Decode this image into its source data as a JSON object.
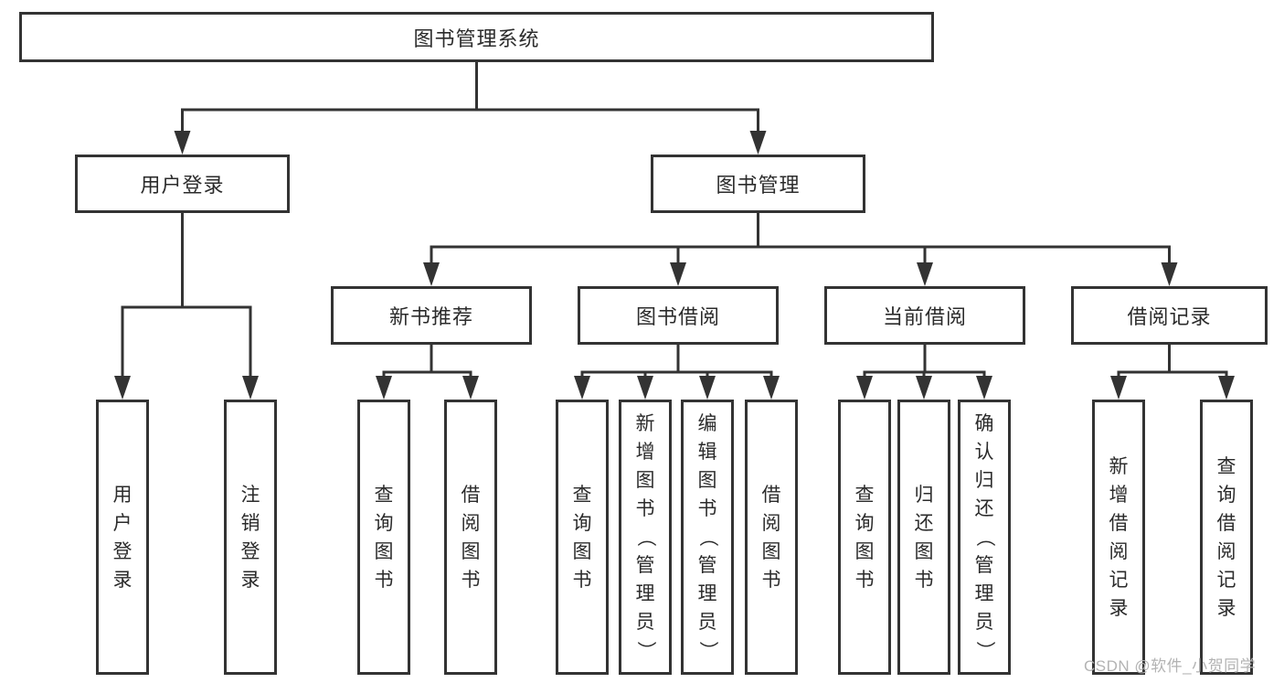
{
  "diagram": {
    "type": "tree",
    "nodes": {
      "root": {
        "label": "图书管理系统"
      },
      "user_login": {
        "label": "用户登录"
      },
      "book_mgmt": {
        "label": "图书管理"
      },
      "new_book_rec": {
        "label": "新书推荐"
      },
      "book_borrow": {
        "label": "图书借阅"
      },
      "current_borrow": {
        "label": "当前借阅"
      },
      "borrow_history": {
        "label": "借阅记录"
      },
      "login_leaf": {
        "label": "用户登录"
      },
      "logout_leaf": {
        "label": "注销登录"
      },
      "nb_query": {
        "label": "查询图书"
      },
      "nb_borrow": {
        "label": "借阅图书"
      },
      "bb_query": {
        "label": "查询图书"
      },
      "bb_add": {
        "label": "新增图书（管理员）"
      },
      "bb_edit": {
        "label": "编辑图书（管理员）"
      },
      "bb_borrow": {
        "label": "借阅图书"
      },
      "cb_query": {
        "label": "查询图书"
      },
      "cb_return": {
        "label": "归还图书"
      },
      "cb_confirm": {
        "label": "确认归还（管理员）"
      },
      "bh_add": {
        "label": "新增借阅记录"
      },
      "bh_query": {
        "label": "查询借阅记录"
      }
    },
    "edges": [
      [
        "root",
        "user_login"
      ],
      [
        "root",
        "book_mgmt"
      ],
      [
        "user_login",
        "login_leaf"
      ],
      [
        "user_login",
        "logout_leaf"
      ],
      [
        "book_mgmt",
        "new_book_rec"
      ],
      [
        "book_mgmt",
        "book_borrow"
      ],
      [
        "book_mgmt",
        "current_borrow"
      ],
      [
        "book_mgmt",
        "borrow_history"
      ],
      [
        "new_book_rec",
        "nb_query"
      ],
      [
        "new_book_rec",
        "nb_borrow"
      ],
      [
        "book_borrow",
        "bb_query"
      ],
      [
        "book_borrow",
        "bb_add"
      ],
      [
        "book_borrow",
        "bb_edit"
      ],
      [
        "book_borrow",
        "bb_borrow"
      ],
      [
        "current_borrow",
        "cb_query"
      ],
      [
        "current_borrow",
        "cb_return"
      ],
      [
        "current_borrow",
        "cb_confirm"
      ],
      [
        "borrow_history",
        "bh_add"
      ],
      [
        "borrow_history",
        "bh_query"
      ]
    ]
  },
  "watermark": {
    "text": "CSDN @软件_小贺同学"
  },
  "colors": {
    "line": "#333333",
    "box_border": "#333333",
    "text": "#2b2b2b",
    "watermark": "#b3b3b3",
    "background": "#ffffff"
  }
}
